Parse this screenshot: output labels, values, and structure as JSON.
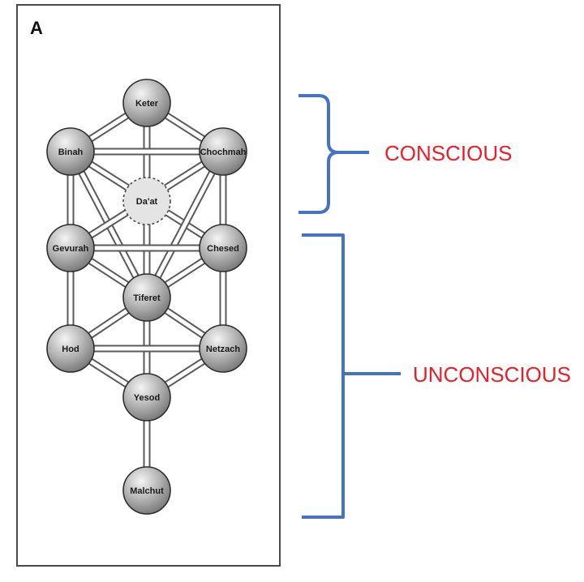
{
  "panel": {
    "label": "A"
  },
  "sephirot": [
    {
      "id": "keter",
      "name": "Keter",
      "hidden": false
    },
    {
      "id": "binah",
      "name": "Binah",
      "hidden": false
    },
    {
      "id": "chochmah",
      "name": "Chochmah",
      "hidden": false
    },
    {
      "id": "daat",
      "name": "Da'at",
      "hidden": true
    },
    {
      "id": "gevurah",
      "name": "Gevurah",
      "hidden": false
    },
    {
      "id": "chesed",
      "name": "Chesed",
      "hidden": false
    },
    {
      "id": "tiferet",
      "name": "Tiferet",
      "hidden": false
    },
    {
      "id": "hod",
      "name": "Hod",
      "hidden": false
    },
    {
      "id": "netzach",
      "name": "Netzach",
      "hidden": false
    },
    {
      "id": "yesod",
      "name": "Yesod",
      "hidden": false
    },
    {
      "id": "malchut",
      "name": "Malchut",
      "hidden": false
    }
  ],
  "paths": [
    [
      "keter",
      "binah"
    ],
    [
      "keter",
      "chochmah"
    ],
    [
      "keter",
      "tiferet"
    ],
    [
      "binah",
      "chochmah"
    ],
    [
      "binah",
      "gevurah"
    ],
    [
      "binah",
      "tiferet"
    ],
    [
      "binah",
      "chesed"
    ],
    [
      "chochmah",
      "chesed"
    ],
    [
      "chochmah",
      "tiferet"
    ],
    [
      "chochmah",
      "gevurah"
    ],
    [
      "gevurah",
      "chesed"
    ],
    [
      "gevurah",
      "tiferet"
    ],
    [
      "gevurah",
      "hod"
    ],
    [
      "chesed",
      "tiferet"
    ],
    [
      "chesed",
      "netzach"
    ],
    [
      "tiferet",
      "hod"
    ],
    [
      "tiferet",
      "netzach"
    ],
    [
      "tiferet",
      "yesod"
    ],
    [
      "hod",
      "netzach"
    ],
    [
      "hod",
      "yesod"
    ],
    [
      "netzach",
      "yesod"
    ],
    [
      "yesod",
      "malchut"
    ]
  ],
  "brackets": [
    {
      "id": "conscious",
      "label": "CONSCIOUS"
    },
    {
      "id": "unconscious",
      "label": "UNCONSCIOUS"
    }
  ],
  "colors": {
    "bracket": "#4472c4",
    "bracket_label": "#e8202a",
    "sphere_light": "#f4f4f4",
    "sphere_dark": "#7a7a7a"
  }
}
